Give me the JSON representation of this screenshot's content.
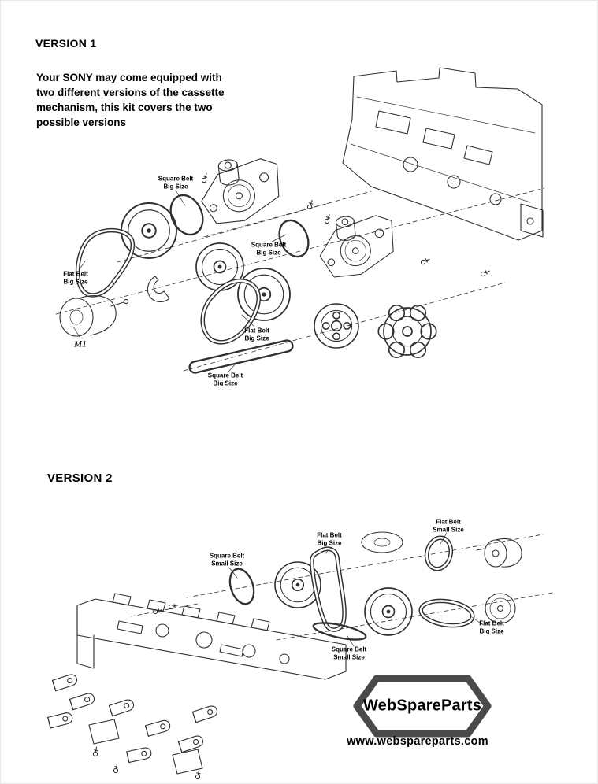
{
  "version1": {
    "title": "VERSION 1",
    "description": "Your SONY may come equipped with\ntwo different versions of the cassette\nmechanism, this kit covers the two\npossible versions",
    "labels": [
      {
        "text": "Square Belt\nBig Size"
      },
      {
        "text": "Flat Belt\nBig Size"
      },
      {
        "text": "Square Belt\nBig Size"
      },
      {
        "text": "Flat Belt\nBig Size"
      },
      {
        "text": "Square Belt\nBig Size"
      }
    ],
    "motor_label": "M1"
  },
  "version2": {
    "title": "VERSION 2",
    "labels": [
      {
        "text": "Square Belt\nSmall Size"
      },
      {
        "text": "Flat Belt\nBig Size"
      },
      {
        "text": "Flat Belt\nSmall Size"
      },
      {
        "text": "Square Belt\nSmall Size"
      },
      {
        "text": "Flat Belt\nBig Size"
      }
    ]
  },
  "footer": {
    "brand": "WebSpareParts",
    "website": "www.webspareparts.com"
  },
  "colors": {
    "ink": "#2f2f2f",
    "logo_outline": "#4a4a4a",
    "background": "#ffffff"
  }
}
